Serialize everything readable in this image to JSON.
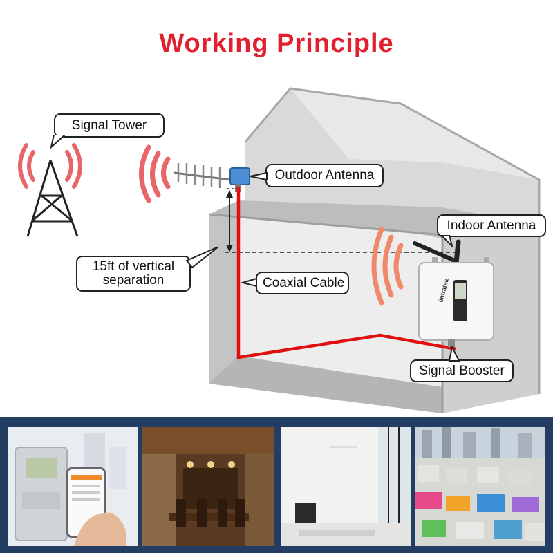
{
  "title": "Working Principle",
  "labels": {
    "signal_tower": "Signal Tower",
    "outdoor_antenna": "Outdoor Antenna",
    "indoor_antenna": "Indoor Antenna",
    "vertical_separation": "15ft of vertical separation",
    "coaxial_cable": "Coaxial Cable",
    "signal_booster": "Signal Booster"
  },
  "booster_brand": "lintratek",
  "colors": {
    "title": "#e0202e",
    "cable": "#e01010",
    "wave": "#e8656a",
    "band": "#243e63"
  },
  "photos": [
    "smart-meter-phone",
    "dining-room",
    "living-room",
    "city-buildings"
  ]
}
